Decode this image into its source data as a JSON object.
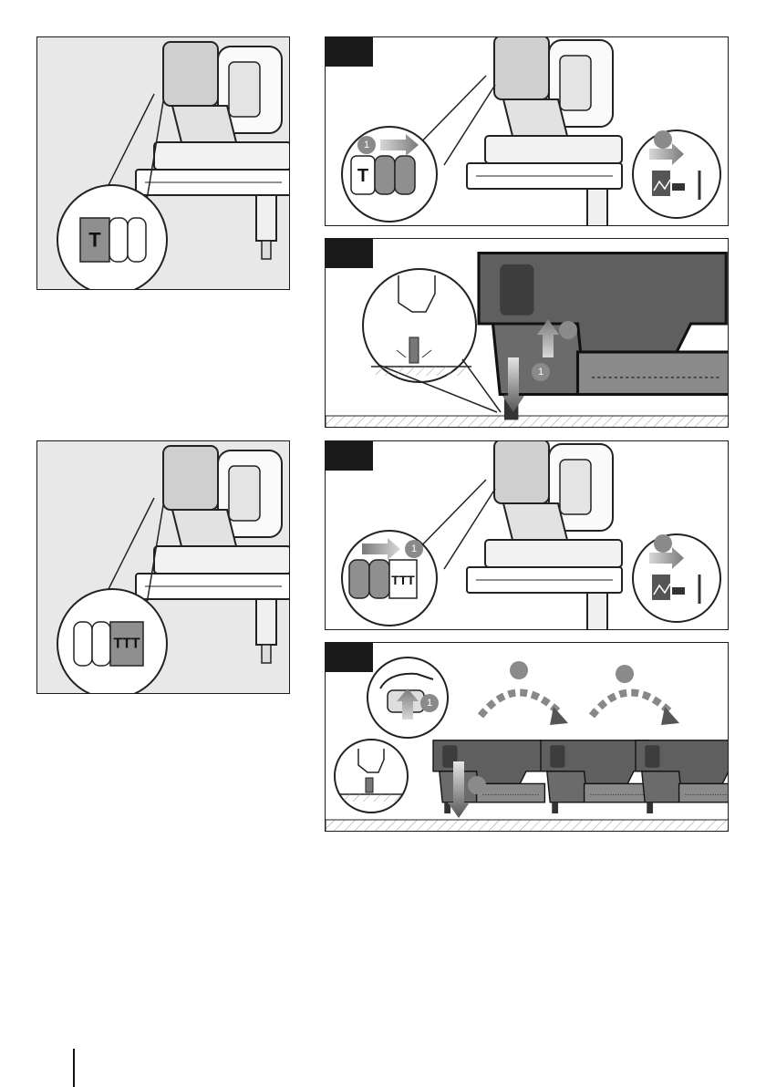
{
  "figure": {
    "step_number": "1",
    "mode_glyph_single": "T",
    "mode_glyph_bump": "TTT"
  },
  "colors": {
    "panel_gray": "#e8e8e8",
    "tag_black": "#1a1a1a",
    "step_badge": "#8a8a8a",
    "switch_dark": "#8f8f8f",
    "tool_body": "#5f5f5f"
  }
}
